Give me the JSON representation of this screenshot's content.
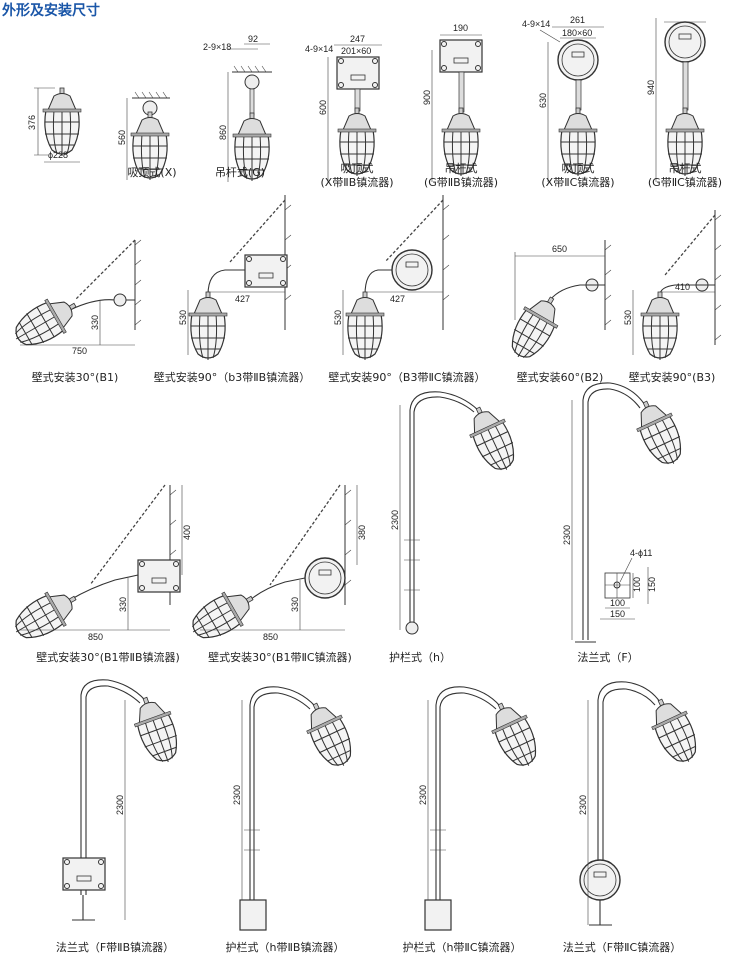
{
  "title": "外形及安装尺寸",
  "row1": [
    {
      "dims": [
        "376",
        "ϕ228"
      ],
      "caption": []
    },
    {
      "dims": [
        "560"
      ],
      "caption": [
        "吸顶式(X)"
      ]
    },
    {
      "dims": [
        "2-9×18",
        "92",
        "860"
      ],
      "caption": [
        "吊杆式(G)"
      ]
    },
    {
      "dims": [
        "247",
        "4-9×14",
        "201×60",
        "600"
      ],
      "caption": [
        "吸顶式",
        "(X带ⅡB镇流器)"
      ]
    },
    {
      "dims": [
        "190",
        "900"
      ],
      "caption": [
        "吊杆式",
        "(G带ⅡB镇流器)"
      ]
    },
    {
      "dims": [
        "261",
        "4-9×14",
        "180×60",
        "630"
      ],
      "caption": [
        "吸顶式",
        "(X带ⅡC镇流器)"
      ]
    },
    {
      "dims": [
        "940"
      ],
      "caption": [
        "吊杆式",
        "(G带ⅡC镇流器)"
      ]
    }
  ],
  "row2": [
    {
      "dims": [
        "330",
        "750"
      ],
      "caption": "壁式安装30°(B1)"
    },
    {
      "dims": [
        "427",
        "530"
      ],
      "caption": "壁式安装90°（b3带ⅡB镇流器）"
    },
    {
      "dims": [
        "427",
        "530"
      ],
      "caption": "壁式安装90°（B3带ⅡC镇流器）"
    },
    {
      "dims": [
        "650"
      ],
      "caption": "壁式安装60°(B2)"
    },
    {
      "dims": [
        "410",
        "530"
      ],
      "caption": "壁式安装90°(B3)"
    }
  ],
  "row3": [
    {
      "dims": [
        "400",
        "330",
        "850"
      ],
      "caption": "壁式安装30°(B1带ⅡB镇流器)"
    },
    {
      "dims": [
        "380",
        "330",
        "850"
      ],
      "caption": "壁式安装30°(B1带ⅡC镇流器)"
    },
    {
      "dims": [
        "2300"
      ],
      "caption": "护栏式（h）"
    },
    {
      "dims": [
        "2300",
        "4-ϕ11",
        "100",
        "150",
        "100",
        "150"
      ],
      "caption": "法兰式（F）"
    }
  ],
  "row4": [
    {
      "dims": [
        "2300"
      ],
      "caption": "法兰式（F带ⅡB镇流器）"
    },
    {
      "dims": [
        "2300"
      ],
      "caption": "护栏式（h带ⅡB镇流器）"
    },
    {
      "dims": [
        "2300"
      ],
      "caption": "护栏式（h带ⅡC镇流器）"
    },
    {
      "dims": [
        "2300"
      ],
      "caption": "法兰式（F带ⅡC镇流器）"
    }
  ],
  "colors": {
    "title": "#1a56a8",
    "line": "#333333"
  }
}
